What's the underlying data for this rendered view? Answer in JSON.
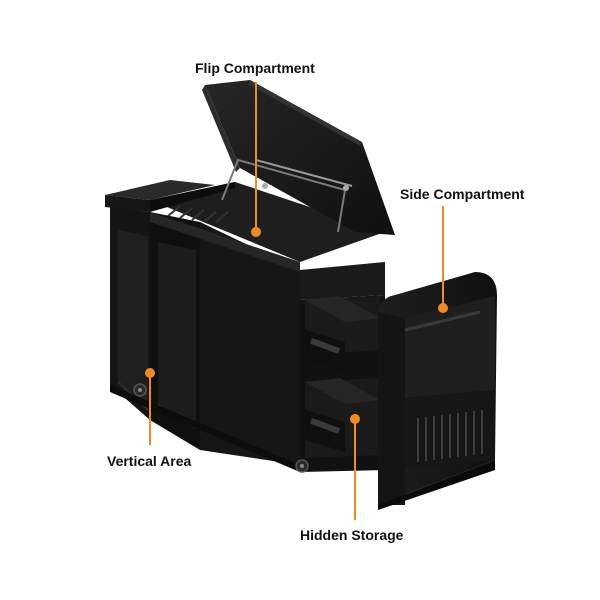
{
  "labels": {
    "flip": "Flip Compartment",
    "side": "Side Compartment",
    "vertical": "Vertical Area",
    "hidden": "Hidden Storage"
  },
  "colors": {
    "accent": "#f08a24",
    "cabinet": "#1b1b1b",
    "cabinet_edge": "#2e2e2e",
    "background": "#ffffff"
  },
  "product": "black side table cabinet with flip-top lid, open cubbies, sliding drawers and side storage compartment"
}
